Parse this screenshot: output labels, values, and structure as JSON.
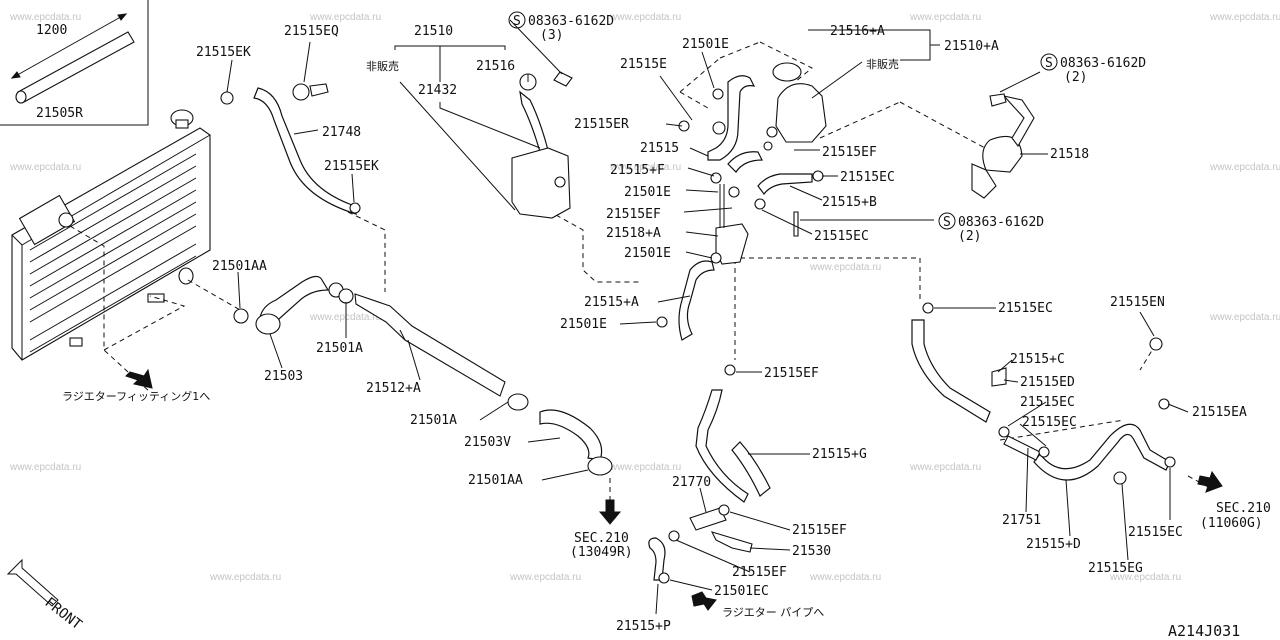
{
  "diagram_code": "A214J031",
  "front_label": "FRONT",
  "watermark": "www.epcdata.ru",
  "inset": {
    "length": "1200",
    "part": "21505R"
  },
  "japanese_notes": {
    "not_for_sale": "非販売",
    "radiator_fitting": "ラジエターフィッティング1へ",
    "radiator_pipe": "ラジエター パイプへ"
  },
  "labels": {
    "p21515EK_a": "21515EK",
    "p21515EQ": "21515EQ",
    "p21510": "21510",
    "p21516": "21516",
    "p21432": "21432",
    "bolt_3": "08363-6162D",
    "bolt_3_qty": "(3)",
    "p21501E_top": "21501E",
    "p21515E": "21515E",
    "p21516A": "21516+A",
    "p21510A": "21510+A",
    "bolt_2a": "08363-6162D",
    "bolt_2a_qty": "(2)",
    "p21748": "21748",
    "p21515EK_b": "21515EK",
    "p21515ER": "21515ER",
    "p21515": "21515",
    "p21515F": "21515+F",
    "p21501E_mid1": "21501E",
    "p21515EF_a": "21515EF",
    "p21518A": "21518+A",
    "p21501E_mid2": "21501E",
    "p21515EF_top": "21515EF",
    "p21515EC_a": "21515EC",
    "p21515B": "21515+B",
    "p21518": "21518",
    "bolt_2b": "08363-6162D",
    "bolt_2b_qty": "(2)",
    "p21515EC_b": "21515EC",
    "p21501AA_a": "21501AA",
    "p21503": "21503",
    "p21501A_a": "21501A",
    "p21512A": "21512+A",
    "p21515A": "21515+A",
    "p21501E_low": "21501E",
    "p21515EC_c": "21515EC",
    "p21515EN": "21515EN",
    "p21515C": "21515+C",
    "p21515ED": "21515ED",
    "p21515EC_d": "21515EC",
    "p21515EC_e": "21515EC",
    "p21515EA": "21515EA",
    "p21515EF_b": "21515EF",
    "p21501A_b": "21501A",
    "p21503V": "21503V",
    "p21501AA_b": "21501AA",
    "p21515G": "21515+G",
    "p21770": "21770",
    "p21515EF_c": "21515EF",
    "p21530": "21530",
    "p21515EF_d": "21515EF",
    "p21501EC": "21501EC",
    "p21515P": "21515+P",
    "p21751": "21751",
    "p21515D": "21515+D",
    "p21515EC_f": "21515EC",
    "p21515EG": "21515EG",
    "sec210_a": "SEC.210",
    "sec210_a_ref": "(13049R)",
    "sec210_b": "SEC.210",
    "sec210_b_ref": "(11060G)"
  }
}
